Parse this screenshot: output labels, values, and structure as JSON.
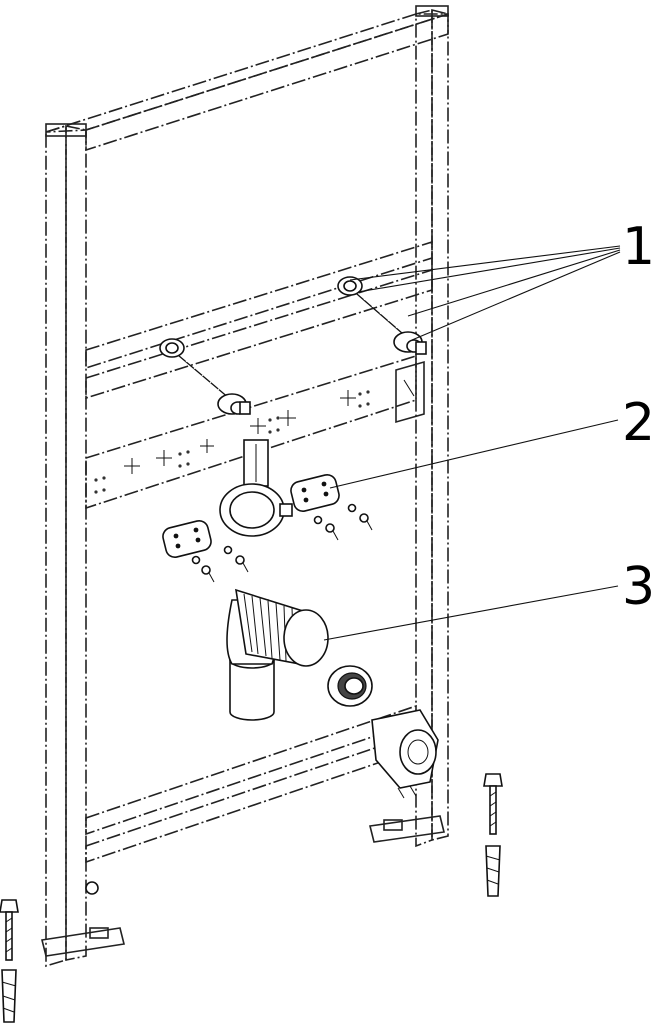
{
  "callouts": [
    {
      "id": "1",
      "label": "1"
    },
    {
      "id": "2",
      "label": "2"
    },
    {
      "id": "3",
      "label": "3"
    }
  ],
  "icons": {
    "frame": "mounting-frame-icon",
    "rod": "threaded-rod-icon",
    "plate": "fixing-plate-icon",
    "elbow": "drain-elbow-icon",
    "bolt": "anchor-bolt-icon"
  }
}
